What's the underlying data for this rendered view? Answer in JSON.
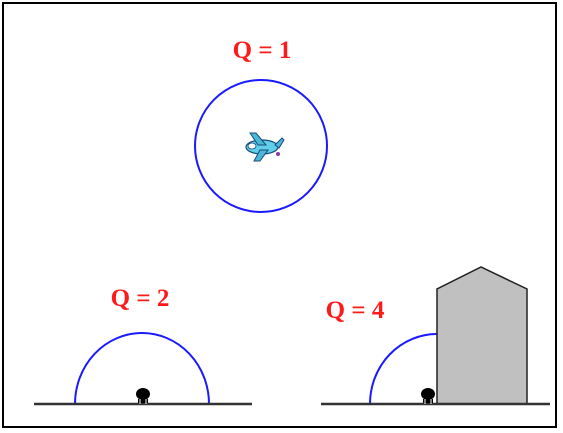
{
  "labels": {
    "q1": "Q = 1",
    "q2": "Q = 2",
    "q4": "Q = 4"
  },
  "colors": {
    "label": "#ff1a1a",
    "pattern": "#1a1aff",
    "ground": "#333333",
    "building_fill": "#c0c0c0",
    "building_stroke": "#222222",
    "source": "#000000"
  },
  "icons": {
    "free_space_source": "airplane-icon",
    "ground_source": "sound-source-icon",
    "corner_source": "sound-source-icon"
  }
}
